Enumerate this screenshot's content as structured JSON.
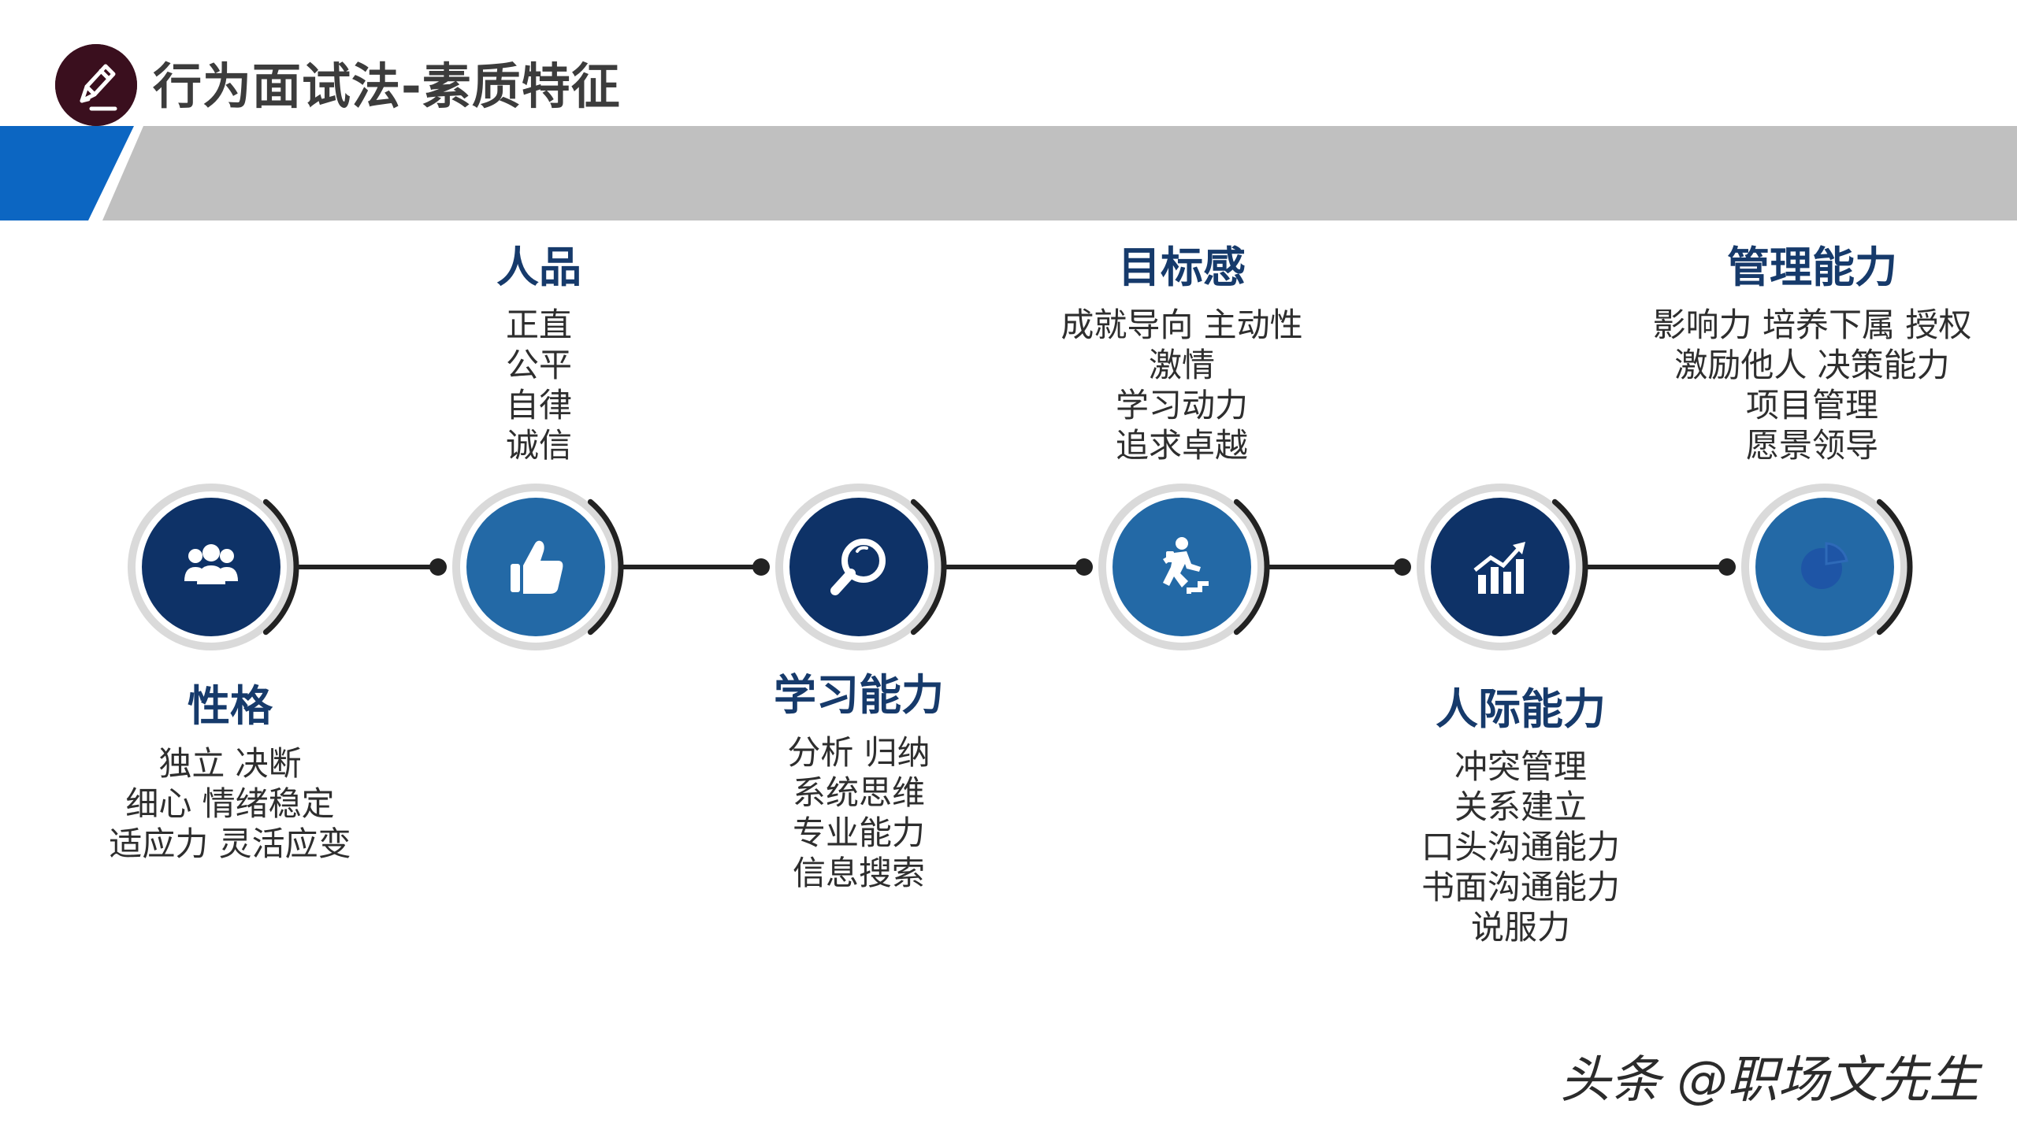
{
  "title": "行为面试法-素质特征",
  "colors": {
    "navy": "#0e3267",
    "blue": "#2369a6",
    "ring": "#dadada",
    "banner_gray": "#c0c0c0",
    "banner_blue": "#0c66c2",
    "heading": "#163a6b"
  },
  "competencies": [
    {
      "id": "personality",
      "heading": "性格",
      "icon": "people-icon",
      "position": "bottom",
      "items": [
        "独立  决断",
        "细心   情绪稳定",
        "适应力   灵活应变"
      ]
    },
    {
      "id": "character",
      "heading": "人品",
      "icon": "thumbs-up-icon",
      "position": "top",
      "items": [
        "正直",
        "公平",
        "自律",
        "诚信"
      ]
    },
    {
      "id": "learning",
      "heading": "学习能力",
      "icon": "magnifier-icon",
      "position": "bottom",
      "items": [
        "分析  归纳",
        "系统思维",
        "专业能力",
        "信息搜索"
      ]
    },
    {
      "id": "goal",
      "heading": "目标感",
      "icon": "runner-stairs-icon",
      "position": "top",
      "items": [
        "成就导向    主动性",
        "激情",
        "学习动力",
        "追求卓越"
      ]
    },
    {
      "id": "interpersonal",
      "heading": "人际能力",
      "icon": "growth-chart-icon",
      "position": "bottom",
      "items": [
        "冲突管理",
        "关系建立",
        "口头沟通能力",
        "书面沟通能力",
        "说服力"
      ]
    },
    {
      "id": "management",
      "heading": "管理能力",
      "icon": "pie-chart-icon",
      "position": "top",
      "items": [
        "影响力    培养下属    授权",
        "激励他人   决策能力",
        "项目管理",
        "愿景领导"
      ]
    }
  ],
  "watermark": "头条 @职场文先生"
}
